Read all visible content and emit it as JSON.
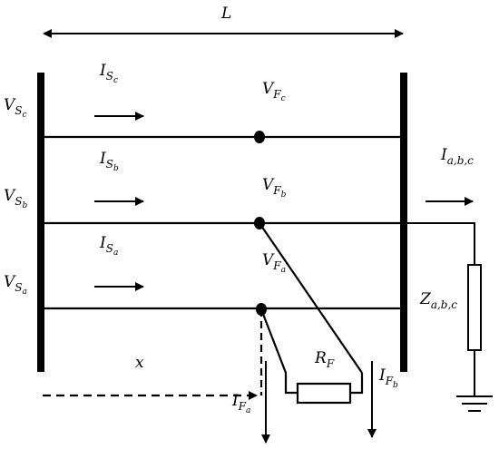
{
  "diagram": {
    "length_label": "L",
    "position_label": "x",
    "resistor": {
      "main": "R",
      "sub": "F"
    },
    "load_current": {
      "main": "I",
      "sub": "a,b,c"
    },
    "load_impedance": {
      "main": "Z",
      "sub": "a,b,c"
    },
    "fault_currents": [
      {
        "main": "I",
        "sub": "F",
        "subsub": "a"
      },
      {
        "main": "I",
        "sub": "F",
        "subsub": "b"
      }
    ],
    "phases": [
      {
        "id": "c",
        "source_voltage": {
          "main": "V",
          "sub": "S",
          "subsub": "c"
        },
        "source_current": {
          "main": "I",
          "sub": "S",
          "subsub": "c"
        },
        "fault_voltage": {
          "main": "V",
          "sub": "F",
          "subsub": "c"
        }
      },
      {
        "id": "b",
        "source_voltage": {
          "main": "V",
          "sub": "S",
          "subsub": "b"
        },
        "source_current": {
          "main": "I",
          "sub": "S",
          "subsub": "b"
        },
        "fault_voltage": {
          "main": "V",
          "sub": "F",
          "subsub": "b"
        }
      },
      {
        "id": "a",
        "source_voltage": {
          "main": "V",
          "sub": "S",
          "subsub": "a"
        },
        "source_current": {
          "main": "I",
          "sub": "S",
          "subsub": "a"
        },
        "fault_voltage": {
          "main": "V",
          "sub": "F",
          "subsub": "a"
        }
      }
    ]
  }
}
